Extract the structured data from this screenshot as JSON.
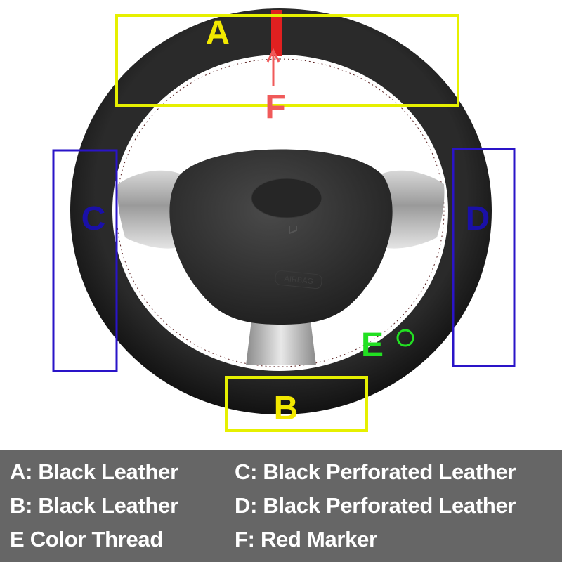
{
  "image": {
    "subject": "steering-wheel",
    "labels": {
      "a": "A",
      "b": "B",
      "c": "C",
      "d": "D",
      "e": "E",
      "f": "F"
    },
    "airbag_text": "AIRBAG"
  },
  "legend": {
    "a": "A: Black Leather",
    "b": "B: Black Leather",
    "c": "C: Black Perforated Leather",
    "d": "D: Black Perforated Leather",
    "e": "E  Color Thread",
    "f": "F: Red Marker"
  },
  "colors": {
    "box_ab": "#e6f000",
    "box_cd": "#2a14c8",
    "letter_ab": "#f2e800",
    "letter_cd": "#1a10a8",
    "letter_e": "#22e022",
    "marker_f": "#f05a5a",
    "leather": "#1c1c1c",
    "legend_bg": "#666666"
  }
}
